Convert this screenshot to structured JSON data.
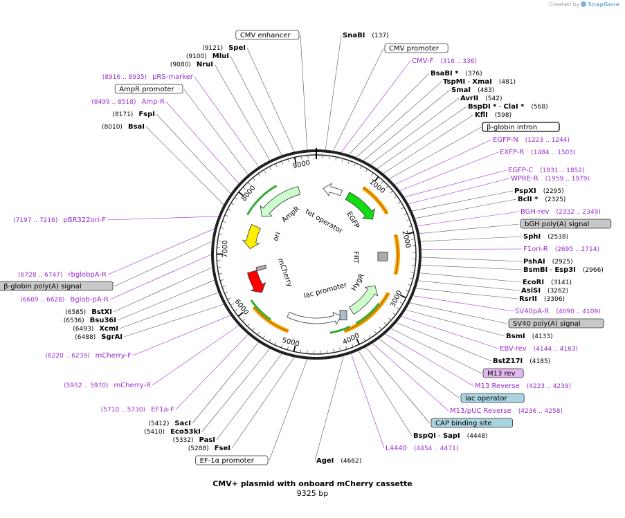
{
  "credit": {
    "prefix": "Created by",
    "brand": "SnapGene"
  },
  "title": "CMV+ plasmid with onboard mCherry cassette",
  "subtitle": "9325 bp",
  "total_length": 9325,
  "colors": {
    "enzyme": "#000000",
    "primer": "#9a2ad4",
    "feature_box_white": "#ffffff",
    "feature_box_gray": "#c8c8c8",
    "feature_box_blue": "#a9d4df",
    "feature_box_purple": "#e2b8f0",
    "AmpR": "#ccffcc",
    "ori": "#ffee00",
    "mCherry": "#ff0000",
    "EGFP": "#11dd11",
    "HygR": "#ccffcc",
    "primer_arrow": "#ffa500"
  },
  "ticks": [
    {
      "label": "1000",
      "bp": 1000
    },
    {
      "label": "2000",
      "bp": 2000
    },
    {
      "label": "3000",
      "bp": 3000
    },
    {
      "label": "4000",
      "bp": 4000
    },
    {
      "label": "5000",
      "bp": 5000
    },
    {
      "label": "6000",
      "bp": 6000
    },
    {
      "label": "7000",
      "bp": 7000
    },
    {
      "label": "8000",
      "bp": 8000
    },
    {
      "label": "9000",
      "bp": 9000
    }
  ],
  "inner_features": [
    {
      "name": "tet operator",
      "icon": "arrow-icon",
      "color": "#ffffff"
    },
    {
      "name": "EGFP",
      "icon": "arrow-icon",
      "color": "#11dd11"
    },
    {
      "name": "FRT",
      "icon": "box-icon",
      "color": "#aaaaaa"
    },
    {
      "name": "HygR",
      "icon": "arrow-icon",
      "color": "#ccffcc"
    },
    {
      "name": "lac promoter",
      "icon": "arrow-icon",
      "color": "#ffffff"
    },
    {
      "name": "mCherry",
      "icon": "arrow-icon",
      "color": "#ff0000"
    },
    {
      "name": "ori",
      "icon": "arrow-icon",
      "color": "#ffee00"
    },
    {
      "name": "AmpR",
      "icon": "arrow-icon",
      "color": "#ccffcc"
    }
  ],
  "right_labels": [
    {
      "kind": "enzyme",
      "name": "SnaBI",
      "pos": "(137)"
    },
    {
      "kind": "box",
      "style": "white",
      "name": "CMV promoter"
    },
    {
      "kind": "primer",
      "name": "CMV-F",
      "pos": "(316 .. 336)"
    },
    {
      "kind": "enzyme",
      "name": "BsaBI *",
      "pos": "(376)"
    },
    {
      "kind": "enzyme",
      "name": "TspMI",
      "name2": "XmaI",
      "pos": "(481)"
    },
    {
      "kind": "enzyme",
      "name": "SmaI",
      "pos": "(483)"
    },
    {
      "kind": "enzyme",
      "name": "AvrII",
      "pos": "(542)"
    },
    {
      "kind": "enzyme",
      "name": "BspDI *",
      "name2": "ClaI *",
      "pos": "(568)"
    },
    {
      "kind": "enzyme",
      "name": "KflI",
      "pos": "(598)"
    },
    {
      "kind": "box",
      "style": "white-bold",
      "name": "β-globin intron"
    },
    {
      "kind": "primer",
      "name": "EGFP-N",
      "pos": "(1223 .. 1244)"
    },
    {
      "kind": "primer",
      "name": "EXFP-R",
      "pos": "(1484 .. 1503)"
    },
    {
      "kind": "primer",
      "name": "EGFP-C",
      "pos": "(1831 .. 1852)"
    },
    {
      "kind": "primer",
      "name": "WPRE-R",
      "pos": "(1959 .. 1979)"
    },
    {
      "kind": "enzyme",
      "name": "PspXI",
      "pos": "(2295)"
    },
    {
      "kind": "enzyme",
      "name": "BclI *",
      "pos": "(2325)"
    },
    {
      "kind": "primer",
      "name": "BGH-rev",
      "pos": "(2332 .. 2349)"
    },
    {
      "kind": "box",
      "style": "gray",
      "name": "bGH poly(A) signal"
    },
    {
      "kind": "enzyme",
      "name": "SphI",
      "pos": "(2538)"
    },
    {
      "kind": "primer",
      "name": "F1ori-R",
      "pos": "(2695 .. 2714)"
    },
    {
      "kind": "enzyme",
      "name": "PshAI",
      "pos": "(2925)"
    },
    {
      "kind": "enzyme",
      "name": "BsmBI",
      "name2": "Esp3I",
      "pos": "(2966)"
    },
    {
      "kind": "enzyme",
      "name": "EcoRI",
      "pos": "(3141)"
    },
    {
      "kind": "enzyme",
      "name": "AsiSI",
      "pos": "(3262)"
    },
    {
      "kind": "enzyme",
      "name": "RsrII",
      "pos": "(3306)"
    },
    {
      "kind": "primer",
      "name": "SV40pA-R",
      "pos": "(4090 .. 4109)"
    },
    {
      "kind": "box",
      "style": "gray",
      "name": "SV40 poly(A) signal"
    },
    {
      "kind": "enzyme",
      "name": "BsmI",
      "pos": "(4133)"
    },
    {
      "kind": "primer",
      "name": "EBV-rev",
      "pos": "(4144 .. 4163)"
    },
    {
      "kind": "enzyme",
      "name": "BstZ17I",
      "pos": "(4185)"
    },
    {
      "kind": "box",
      "style": "purple",
      "name": "M13 rev"
    },
    {
      "kind": "primer",
      "name": "M13 Reverse",
      "pos": "(4223 .. 4239)"
    },
    {
      "kind": "box",
      "style": "blue",
      "name": "lac operator"
    },
    {
      "kind": "primer",
      "name": "M13/pUC Reverse",
      "pos": "(4236 .. 4258)"
    },
    {
      "kind": "box",
      "style": "blue",
      "name": "CAP binding site"
    },
    {
      "kind": "enzyme",
      "name": "BspQI",
      "name2": "SapI",
      "pos": "(4448)"
    },
    {
      "kind": "primer",
      "name": "L4440",
      "pos": "(4454 .. 4471)"
    },
    {
      "kind": "enzyme",
      "name": "AgeI",
      "pos": "(4662)"
    }
  ],
  "left_labels": [
    {
      "kind": "box",
      "style": "white",
      "name": "CMV enhancer"
    },
    {
      "kind": "enzyme",
      "name": "SpeI",
      "pos": "(9121)"
    },
    {
      "kind": "enzyme",
      "name": "MluI",
      "pos": "(9100)"
    },
    {
      "kind": "enzyme",
      "name": "NruI",
      "pos": "(9080)"
    },
    {
      "kind": "primer",
      "name": "pRS-marker",
      "pos": "(8916 .. 8935)"
    },
    {
      "kind": "box",
      "style": "white",
      "name": "AmpR promoter"
    },
    {
      "kind": "primer",
      "name": "Amp-R",
      "pos": "(8499 .. 8518)"
    },
    {
      "kind": "enzyme",
      "name": "FspI",
      "pos": "(8171)"
    },
    {
      "kind": "enzyme",
      "name": "BsaI",
      "pos": "(8010)"
    },
    {
      "kind": "primer",
      "name": "pBR322ori-F",
      "pos": "(7197 .. 7216)"
    },
    {
      "kind": "primer",
      "name": "rbglobpA-R",
      "pos": "(6728 .. 6747)"
    },
    {
      "kind": "box",
      "style": "gray",
      "name": "β-globin poly(A) signal"
    },
    {
      "kind": "primer",
      "name": "Bglob-pA-R",
      "pos": "(6609 .. 6628)"
    },
    {
      "kind": "enzyme",
      "name": "BstXI",
      "pos": "(6585)"
    },
    {
      "kind": "enzyme",
      "name": "Bsu36I",
      "pos": "(6536)"
    },
    {
      "kind": "enzyme",
      "name": "XcmI",
      "pos": "(6493)"
    },
    {
      "kind": "enzyme",
      "name": "SgrAI",
      "pos": "(6488)"
    },
    {
      "kind": "primer",
      "name": "mCherry-F",
      "pos": "(6220 .. 6239)"
    },
    {
      "kind": "primer",
      "name": "mCherry-R",
      "pos": "(5952 .. 5970)"
    },
    {
      "kind": "primer",
      "name": "EF1a-F",
      "pos": "(5710 .. 5730)"
    },
    {
      "kind": "enzyme",
      "name": "SacI",
      "pos": "(5412)"
    },
    {
      "kind": "enzyme",
      "name": "Eco53kI",
      "pos": "(5410)"
    },
    {
      "kind": "enzyme",
      "name": "PasI",
      "pos": "(5332)"
    },
    {
      "kind": "enzyme",
      "name": "FseI",
      "pos": "(5288)"
    },
    {
      "kind": "box",
      "style": "white",
      "name": "EF-1α promoter"
    }
  ]
}
